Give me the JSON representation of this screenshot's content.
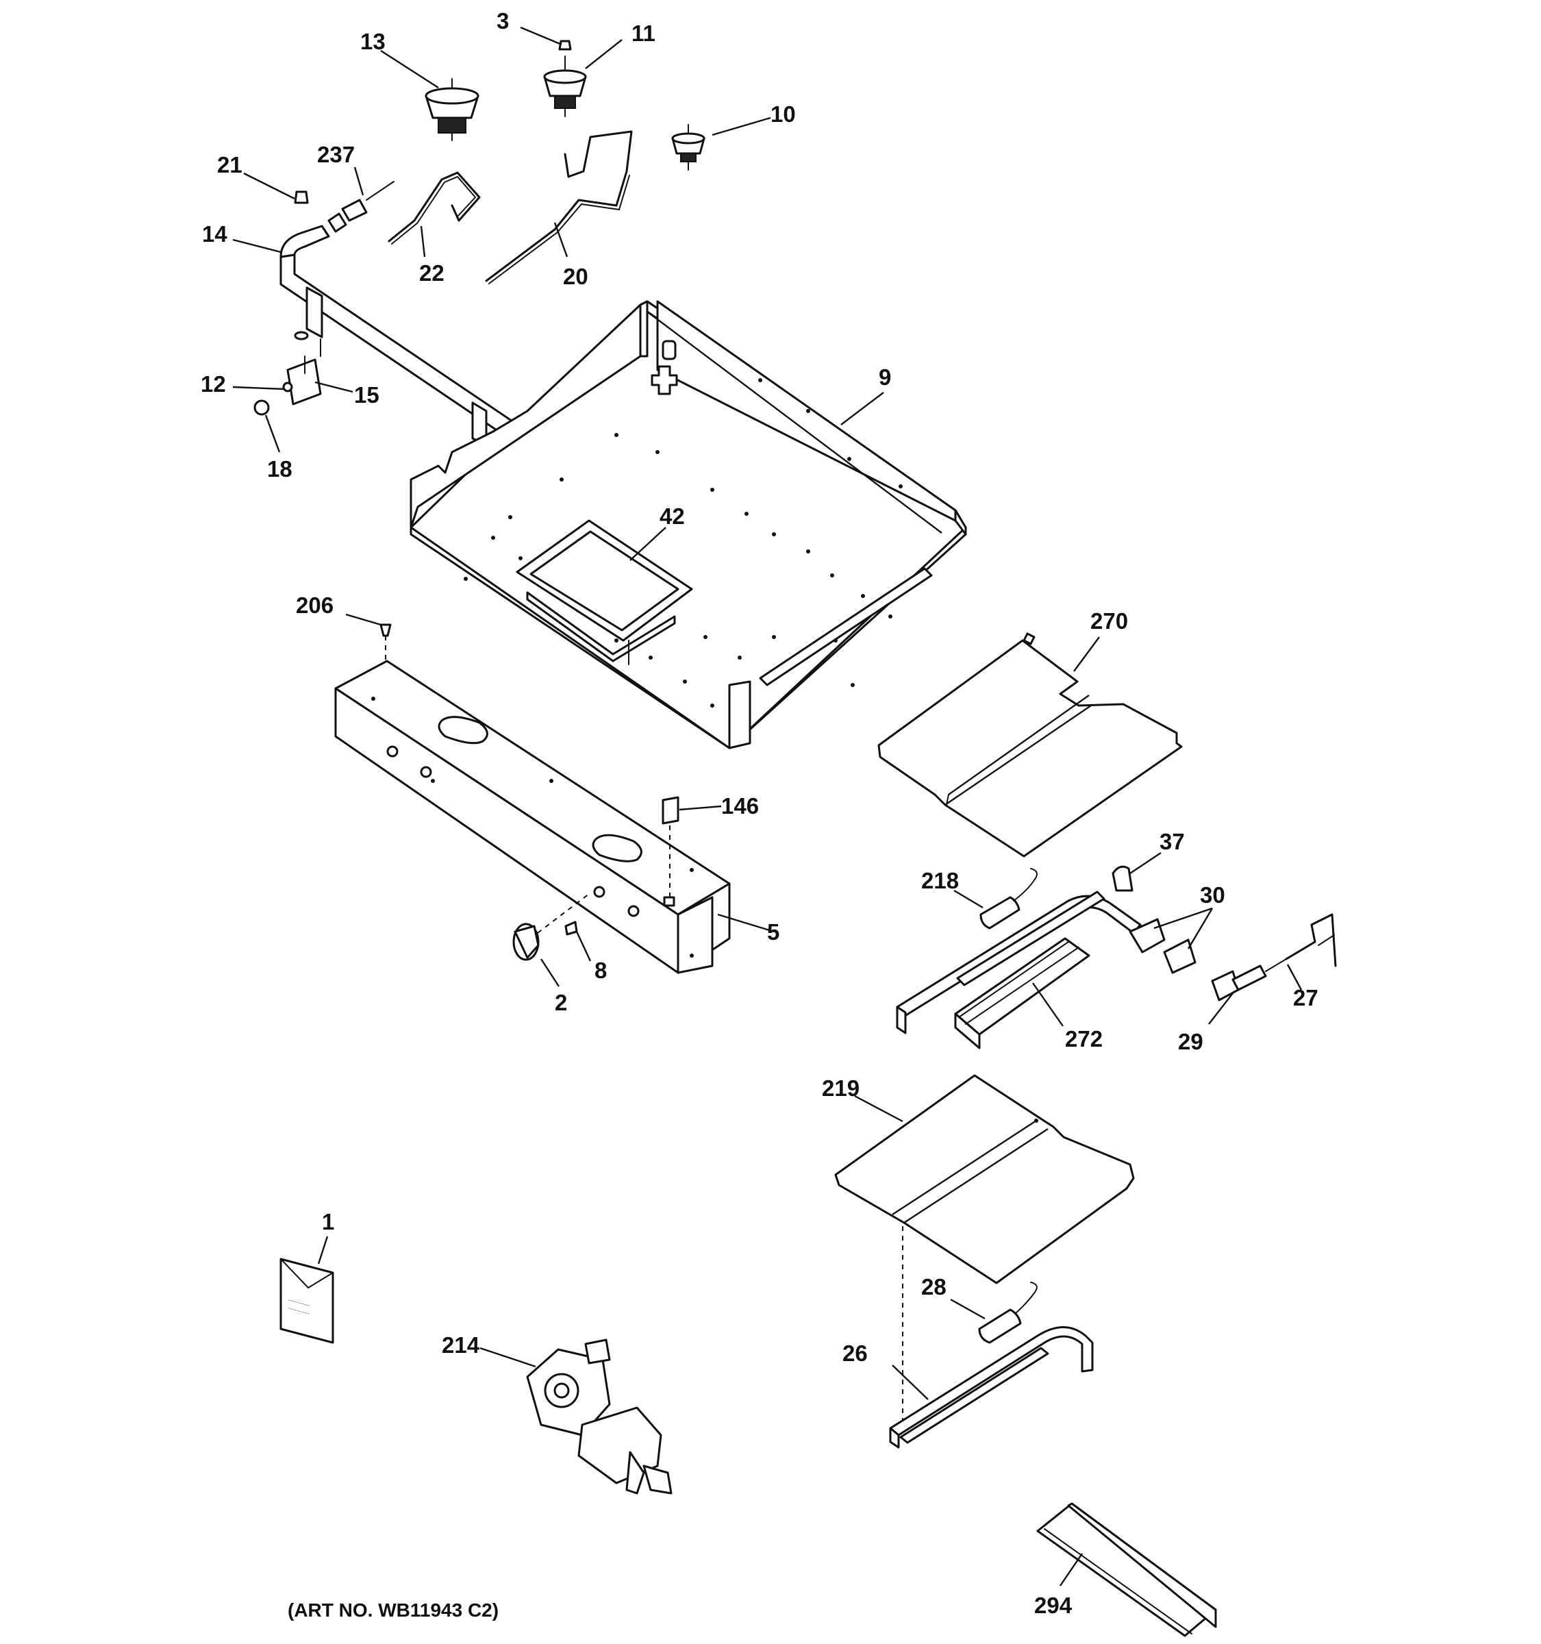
{
  "diagram": {
    "callouts": [
      "1",
      "2",
      "3",
      "5",
      "8",
      "9",
      "10",
      "11",
      "12",
      "13",
      "14",
      "15",
      "18",
      "20",
      "21",
      "22",
      "26",
      "27",
      "28",
      "29",
      "30",
      "37",
      "42",
      "146",
      "206",
      "214",
      "218",
      "219",
      "237",
      "270",
      "272",
      "294"
    ],
    "art_number": "(ART NO. WB11943 C2)"
  }
}
